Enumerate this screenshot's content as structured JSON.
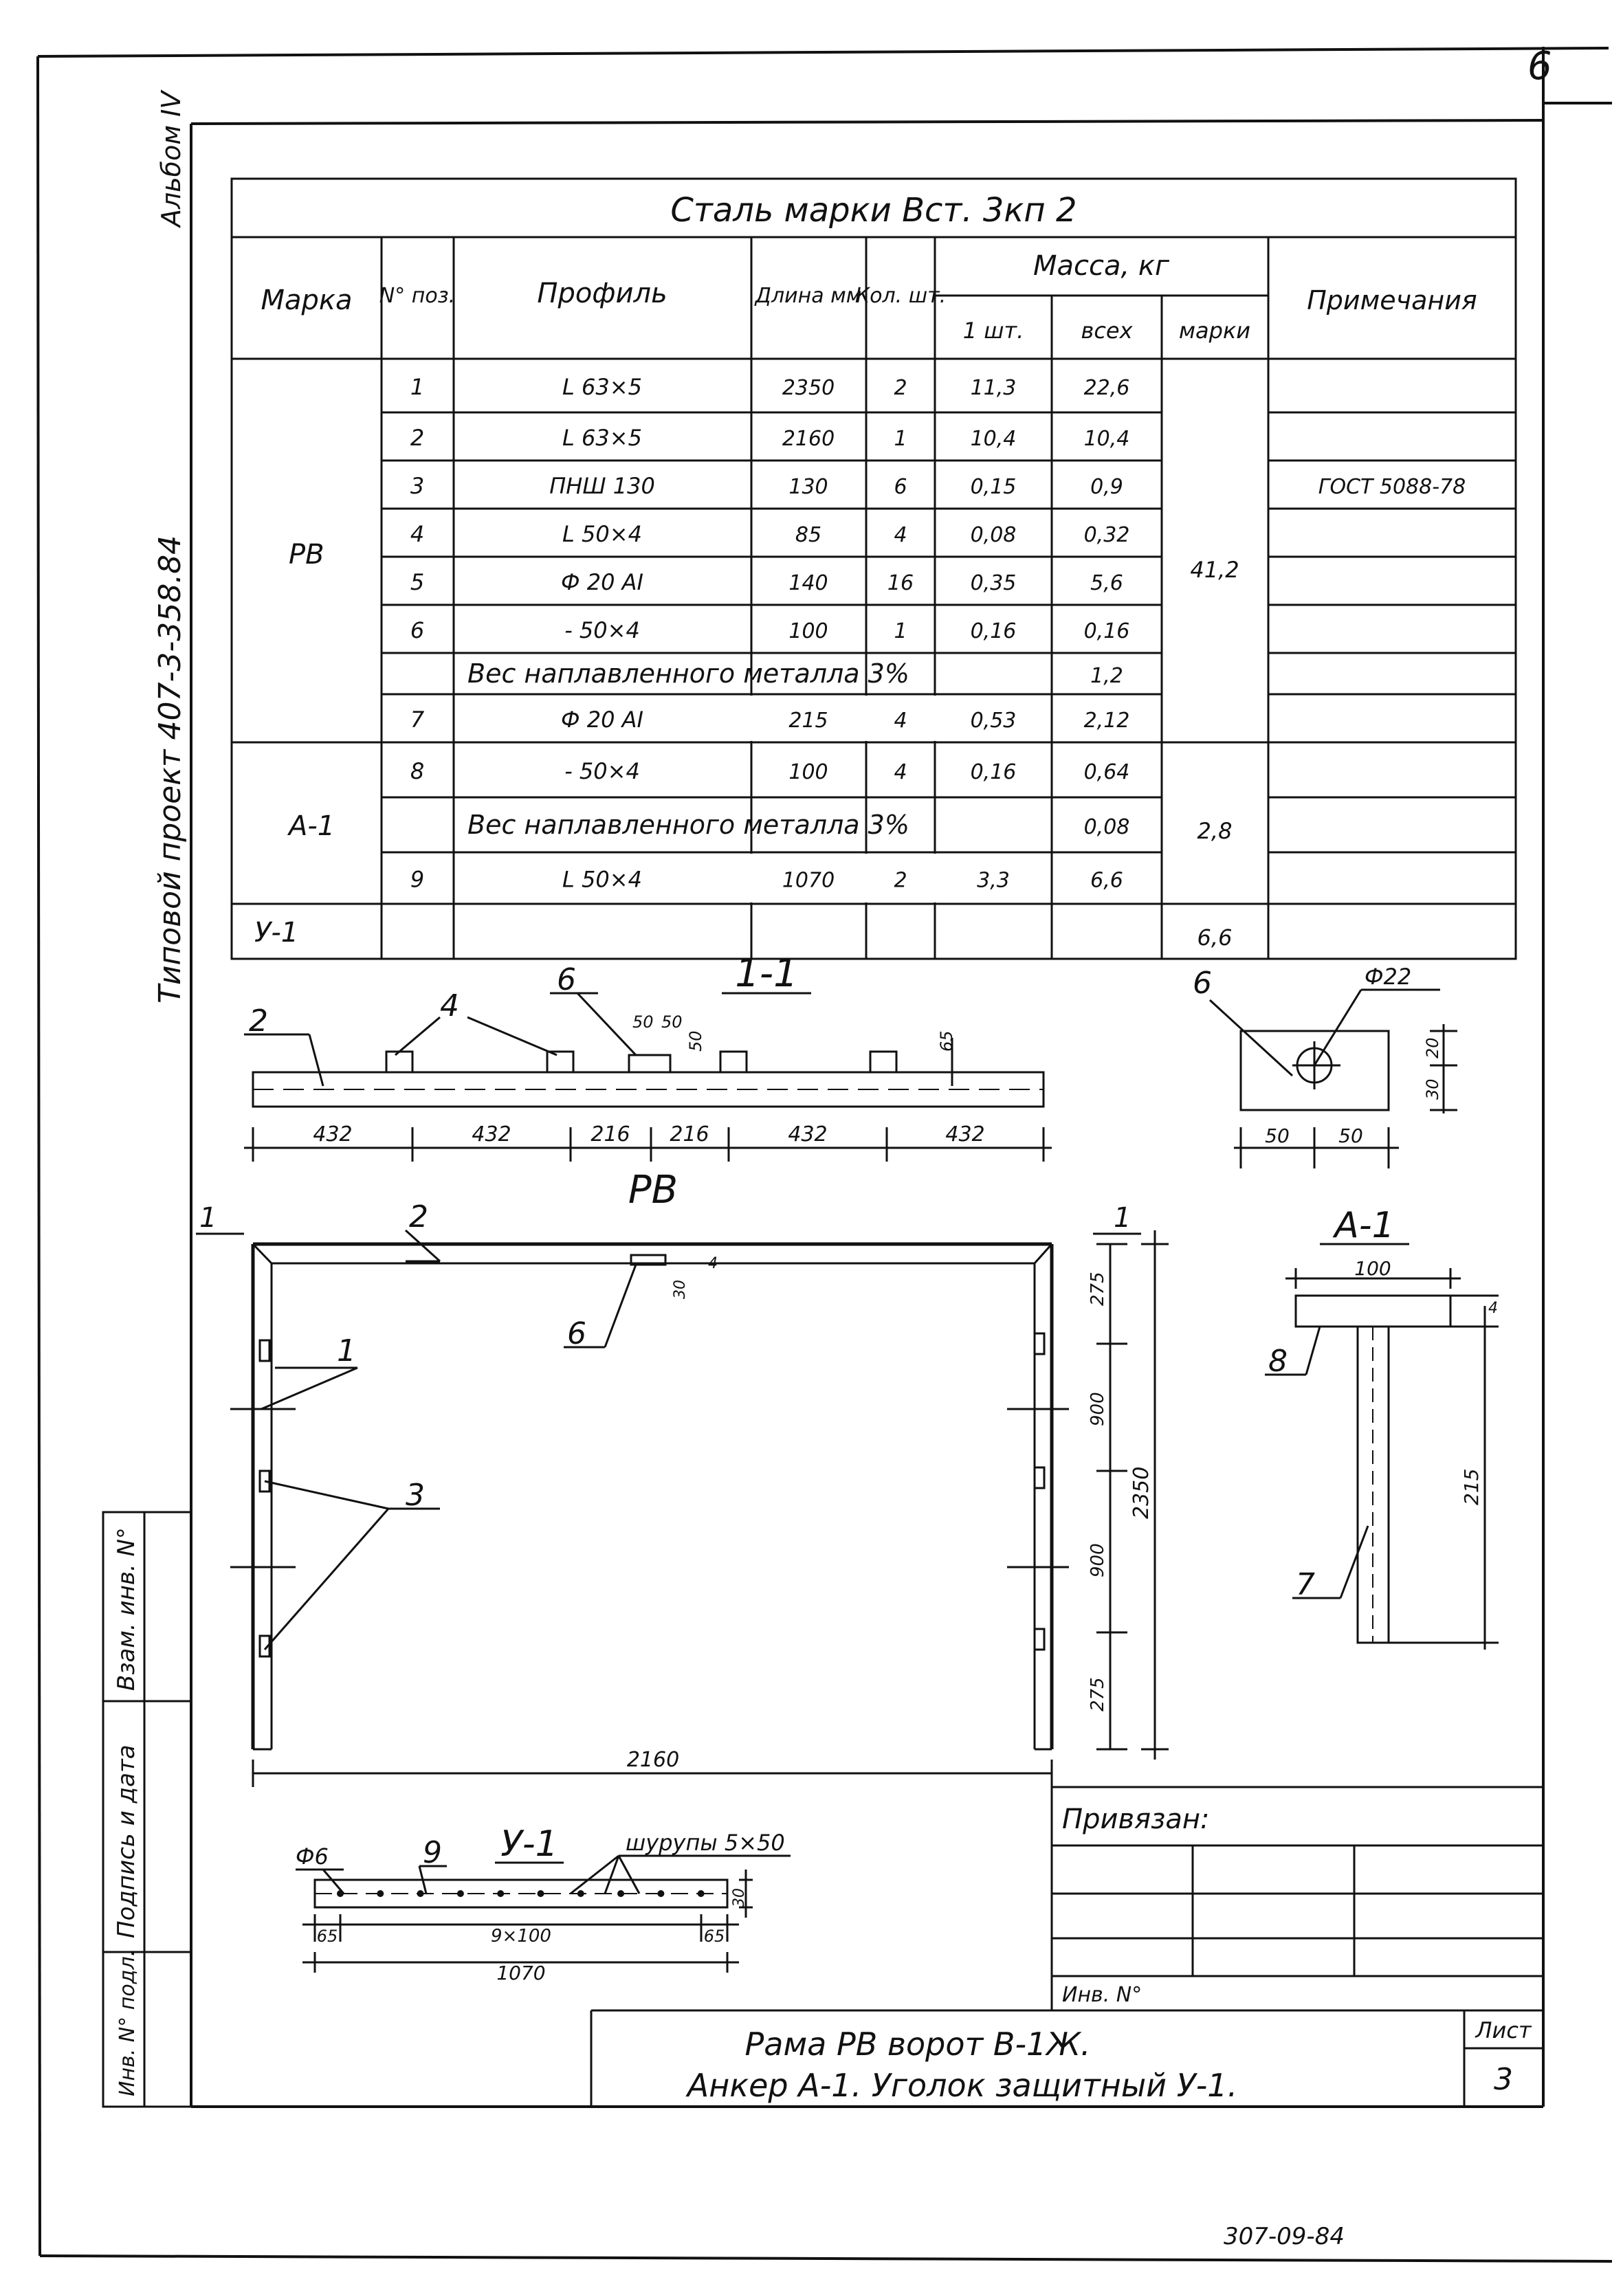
{
  "sheet": {
    "corner_number": "6",
    "album": "Альбом IV",
    "project": "Типовой проект 407-3-358.84",
    "bottom_code": "307-09-84"
  },
  "spec_table": {
    "title": "Сталь марки Вст. 3кп 2",
    "headers": {
      "mark": "Марка",
      "pos": "N° поз.",
      "profile": "Профиль",
      "length": "Длина мм",
      "qty": "Кол. шт.",
      "mass": "Масса, кг",
      "mass_one": "1 шт.",
      "mass_all": "всех",
      "mass_mark": "марки",
      "notes": "Примечания"
    },
    "groups": [
      {
        "mark": "РВ",
        "mass_mark": "41,2"
      },
      {
        "mark": "А-1",
        "mass_mark": "2,8"
      },
      {
        "mark": "У-1",
        "mass_mark": "6,6"
      }
    ],
    "rows": [
      {
        "pos": "1",
        "profile": "L 63×5",
        "length": "2350",
        "qty": "2",
        "one": "11,3",
        "all": "22,6",
        "note": ""
      },
      {
        "pos": "2",
        "profile": "L 63×5",
        "length": "2160",
        "qty": "1",
        "one": "10,4",
        "all": "10,4",
        "note": ""
      },
      {
        "pos": "3",
        "profile": "ПНШ 130",
        "length": "130",
        "qty": "6",
        "one": "0,15",
        "all": "0,9",
        "note": "ГОСТ 5088-78"
      },
      {
        "pos": "4",
        "profile": "L 50×4",
        "length": "85",
        "qty": "4",
        "one": "0,08",
        "all": "0,32",
        "note": ""
      },
      {
        "pos": "5",
        "profile": "Ф 20 АI",
        "length": "140",
        "qty": "16",
        "one": "0,35",
        "all": "5,6",
        "note": ""
      },
      {
        "pos": "6",
        "profile": "- 50×4",
        "length": "100",
        "qty": "1",
        "one": "0,16",
        "all": "0,16",
        "note": ""
      },
      {
        "weld": "Вес наплавленного металла 3%",
        "all": "1,2"
      },
      {
        "pos": "7",
        "profile": "Ф 20 АI",
        "length": "215",
        "qty": "4",
        "one": "0,53",
        "all": "2,12",
        "note": ""
      },
      {
        "pos": "8",
        "profile": "- 50×4",
        "length": "100",
        "qty": "4",
        "one": "0,16",
        "all": "0,64",
        "note": ""
      },
      {
        "weld": "Вес наплавленного металла 3%",
        "all": "0,08"
      },
      {
        "pos": "9",
        "profile": "L 50×4",
        "length": "1070",
        "qty": "2",
        "one": "3,3",
        "all": "6,6",
        "note": ""
      }
    ]
  },
  "drawings": {
    "section_1_1": {
      "title": "1-1",
      "labels": [
        "2",
        "4",
        "6"
      ],
      "dims_bottom": [
        "432",
        "432",
        "216",
        "216",
        "432",
        "432"
      ],
      "dims_top": [
        "50",
        "50",
        "50",
        "65"
      ]
    },
    "plate_6": {
      "label": "6",
      "hole": "Ф22",
      "dims_h": [
        "50",
        "50"
      ],
      "dims_v": [
        "20",
        "30"
      ]
    },
    "frame_rv": {
      "title": "РВ",
      "section_marks": [
        "1",
        "1"
      ],
      "labels": [
        "2",
        "6",
        "1",
        "3"
      ],
      "dims_right": [
        "275",
        "900",
        "900",
        "275"
      ],
      "dim_total_v": "2350",
      "dim_total_h": "2160",
      "dim_small": [
        "30",
        "4"
      ]
    },
    "anchor_a1": {
      "title": "А-1",
      "width": "100",
      "thick": "4",
      "height": "215",
      "labels": [
        "8",
        "7"
      ]
    },
    "angle_u1": {
      "title": "У-1",
      "labels": [
        "Ф6",
        "9",
        "шурупы 5×50"
      ],
      "dims": [
        "65",
        "9×100",
        "65"
      ],
      "total": "1070",
      "depth": "30"
    }
  },
  "title_block": {
    "tied": "Привязан:",
    "inv_no": "Инв. N°",
    "title_line1": "Рама РВ ворот В-1Ж.",
    "title_line2": "Анкер А-1. Уголок защитный У-1.",
    "sheet_label": "Лист",
    "sheet_no": "3"
  },
  "side_stamp": {
    "cells": [
      "Взам. инв. N°",
      "Подпись и дата",
      "Инв. N° подл."
    ]
  }
}
